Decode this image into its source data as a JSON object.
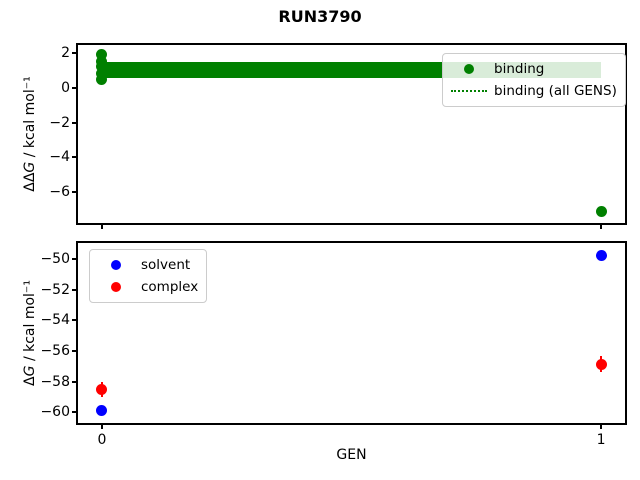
{
  "title": "RUN3790",
  "colors": {
    "binding": "#008000",
    "solvent": "#0000ff",
    "complex": "#ff0000",
    "spine": "#000000",
    "legend_border": "#cccccc"
  },
  "chart_data": {
    "type": "scatter",
    "title": "RUN3790",
    "xlabel": "GEN",
    "xticks": [
      0,
      1
    ],
    "xlim": [
      -0.048,
      1.048
    ],
    "legend_position": {
      "top_subplot": "upper right",
      "bottom_subplot": "upper left"
    },
    "grid": false,
    "subplots": [
      {
        "id": "ddG",
        "ylabel": "ΔΔG / kcal mol⁻¹",
        "ylabel_parts": [
          "ΔΔ",
          "G",
          " / kcal mol⁻¹"
        ],
        "ylim": [
          -7.77,
          2.46
        ],
        "yticks": [
          2,
          0,
          -2,
          -4,
          -6
        ],
        "legend": [
          {
            "label": "binding",
            "marker": "dot",
            "color": "#008000"
          },
          {
            "label": "binding (all GENS)",
            "marker": "dotted-line",
            "color": "#008000"
          }
        ],
        "series": [
          {
            "name": "binding",
            "type": "scatter",
            "color": "#008000",
            "points": [
              [
                0,
                1.9
              ],
              [
                0,
                1.5
              ],
              [
                0,
                1.2
              ],
              [
                0,
                0.8
              ],
              [
                0,
                0.5
              ],
              [
                1,
                -7.1
              ]
            ]
          },
          {
            "name": "binding (all GENS)",
            "type": "dotted-line",
            "color": "#008000",
            "y": 1.1,
            "x": [
              0,
              1
            ]
          }
        ],
        "band": {
          "x": [
            0,
            1
          ],
          "y": [
            0.56,
            1.48
          ],
          "color": "#008000"
        }
      },
      {
        "id": "dG",
        "ylabel": "ΔG / kcal mol⁻¹",
        "ylabel_parts": [
          "Δ",
          "G",
          " / kcal mol⁻¹"
        ],
        "ylim": [
          -60.71,
          -48.95
        ],
        "yticks": [
          -50,
          -52,
          -54,
          -56,
          -58,
          -60
        ],
        "legend": [
          {
            "label": "solvent",
            "marker": "dot",
            "color": "#0000ff"
          },
          {
            "label": "complex",
            "marker": "dot",
            "color": "#ff0000"
          }
        ],
        "series": [
          {
            "name": "solvent",
            "type": "scatter",
            "color": "#0000ff",
            "points": [
              [
                0,
                -59.9
              ],
              [
                1,
                -49.74
              ]
            ]
          },
          {
            "name": "complex",
            "type": "scatter",
            "color": "#ff0000",
            "yerr": 0.5,
            "points": [
              [
                0,
                -58.5
              ],
              [
                1,
                -56.86
              ]
            ]
          }
        ]
      }
    ]
  }
}
